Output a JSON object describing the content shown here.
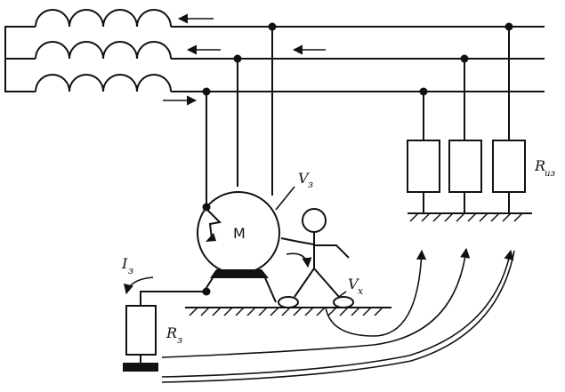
{
  "labels": {
    "motor": "М",
    "v_case_main": "V",
    "v_case_sub": "з",
    "v_touch_main": "V",
    "v_touch_sub": "х",
    "r_ground_main": "R",
    "r_ground_sub": "з",
    "i_ground_main": "I",
    "i_ground_sub": "з",
    "r_insulation_main": "R",
    "r_insulation_sub": "из"
  }
}
